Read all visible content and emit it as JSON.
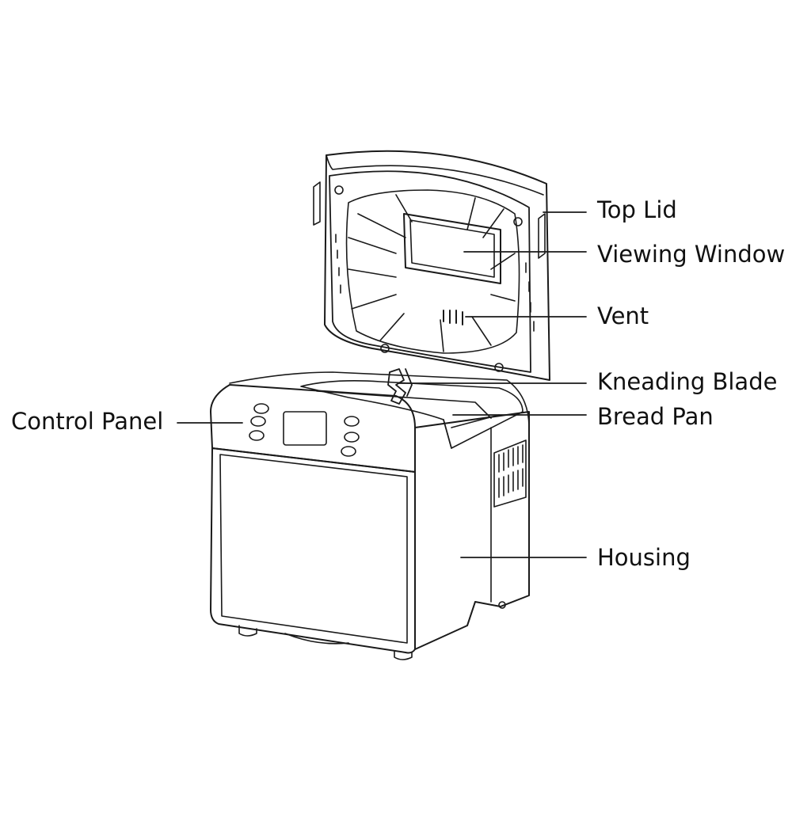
{
  "diagram": {
    "subject": "bread maker with open lid",
    "line_color": "#1a1a1a",
    "background": "#ffffff",
    "labels": {
      "top_lid": "Top Lid",
      "viewing_window": "Viewing Window",
      "vent": "Vent",
      "kneading_blade": "Kneading Blade",
      "bread_pan": "Bread Pan",
      "control_panel": "Control Panel",
      "housing": "Housing"
    }
  }
}
